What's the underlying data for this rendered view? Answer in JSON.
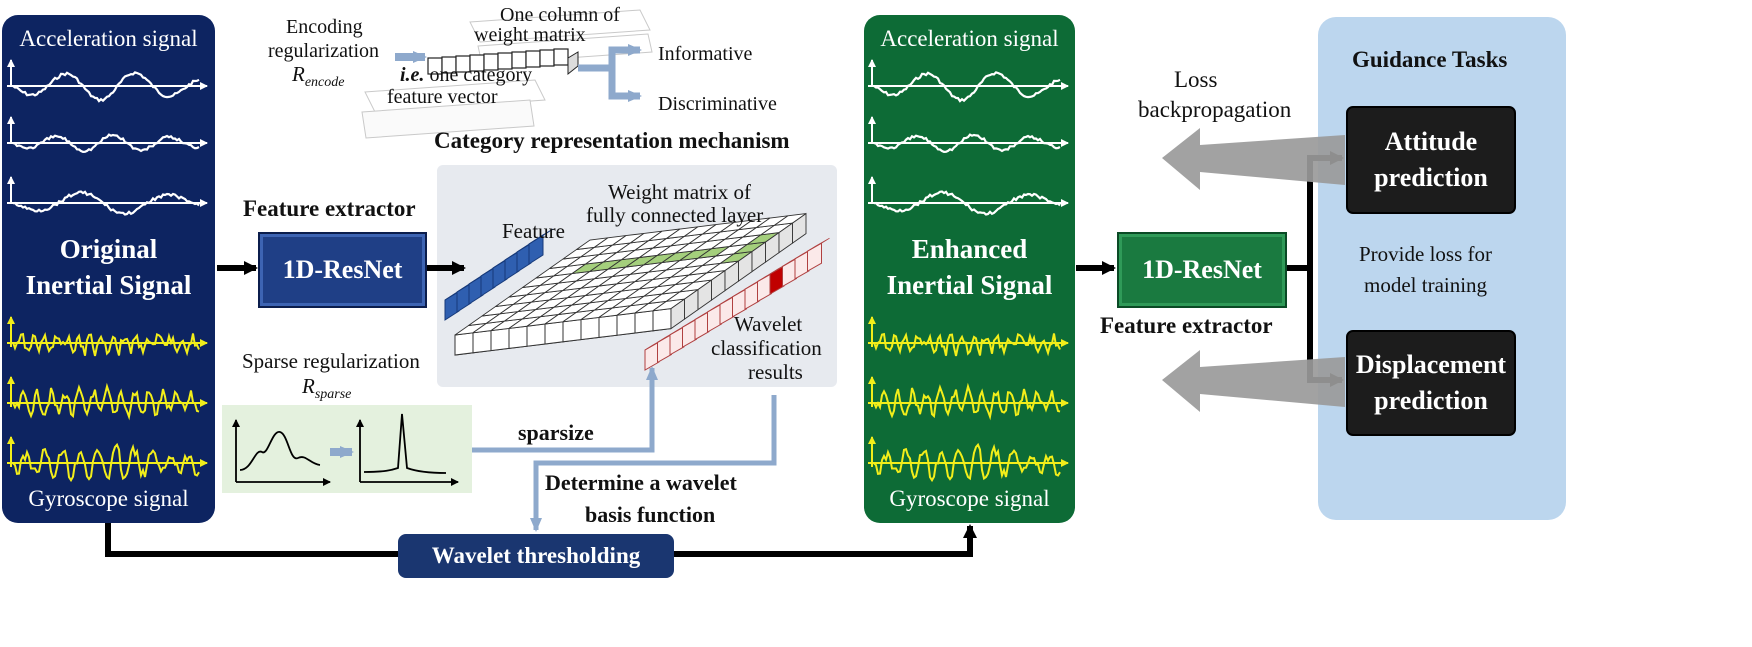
{
  "left_panel": {
    "top_label": "Acceleration signal",
    "title_line1": "Original",
    "title_line2": "Inertial Signal",
    "bottom_label": "Gyroscope signal"
  },
  "left_extractor": {
    "caption": "Feature extractor",
    "box_label": "1D-ResNet"
  },
  "encoding": {
    "label_line1": "Encoding",
    "label_line2": "regularization",
    "symbol": "R",
    "symbol_sub": "encode",
    "column_line1": "One column of",
    "column_line2": "weight matrix",
    "ie_prefix": "i.e.",
    "ie_rest": " one category",
    "feature_vector": "feature vector",
    "informative": "Informative",
    "discriminative": "Discriminative"
  },
  "mechanism": {
    "title": "Category representation mechanism",
    "weight_line1": "Weight matrix of",
    "weight_line2": "fully connected layer",
    "feature": "Feature",
    "wavelet_line1": "Wavelet",
    "wavelet_line2": "classification",
    "wavelet_line3": "results"
  },
  "sparse": {
    "label": "Sparse regularization",
    "symbol": "R",
    "symbol_sub": "sparse",
    "sparsize": "sparsize",
    "determine_line1": "Determine a wavelet",
    "determine_line2": "basis function"
  },
  "wavelet_thresholding": "Wavelet thresholding",
  "right_panel": {
    "top_label": "Acceleration signal",
    "title_line1": "Enhanced",
    "title_line2": "Inertial Signal",
    "bottom_label": "Gyroscope signal"
  },
  "right_extractor": {
    "box_label": "1D-ResNet",
    "caption": "Feature extractor"
  },
  "loss": {
    "line1": "Loss",
    "line2": "backpropagation"
  },
  "guidance": {
    "title": "Guidance Tasks",
    "task1_line1": "Attitude",
    "task1_line2": "prediction",
    "middle_line1": "Provide loss for",
    "middle_line2": "model training",
    "task2_line1": "Displacement",
    "task2_line2": "prediction"
  },
  "colors": {
    "navy": "#0d2461",
    "green": "#0d6b36",
    "light_blue": "#bcd6ee",
    "dark_box": "#1c1c1c",
    "yellow_signal": "#f2ee1a",
    "connector_blue": "#8ea9cc",
    "feature_blue": "#2f5fb0"
  }
}
